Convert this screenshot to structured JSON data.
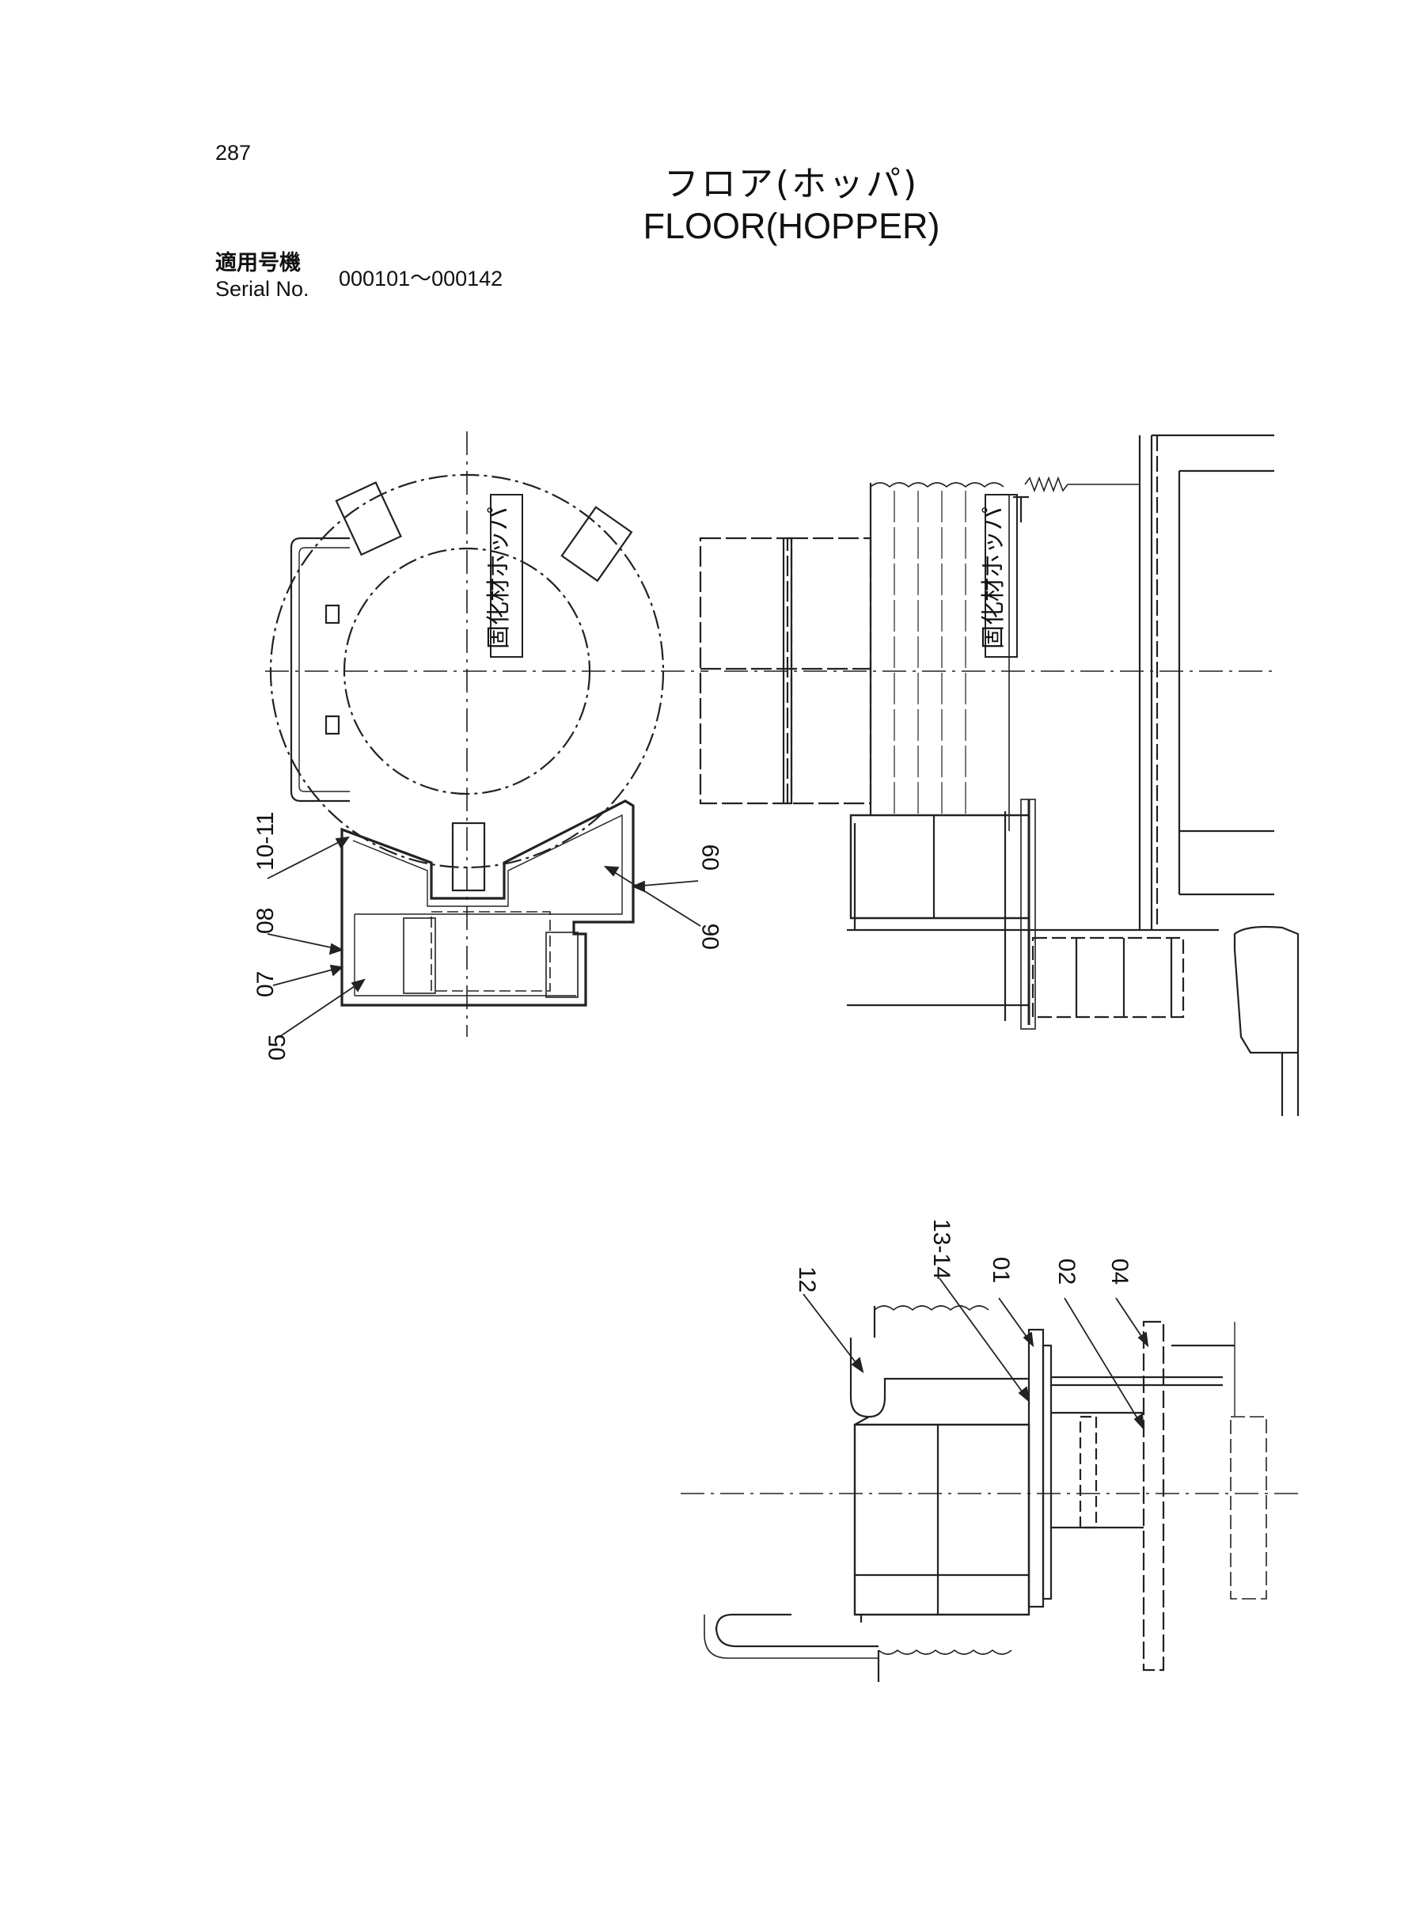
{
  "header": {
    "page_number": "287",
    "title_ja": "フロア(ホッパ)",
    "title_en": "FLOOR(HOPPER)",
    "serial_label_ja": "適用号機",
    "serial_label_en": "Serial No.",
    "serial_range": "000101〜000142"
  },
  "drawing": {
    "hopper_tag": "固化材ホッパ",
    "callouts": {
      "c10_11": "10-11",
      "c08": "08",
      "c07": "07",
      "c05": "05",
      "c09": "09",
      "c06": "06",
      "c12": "12",
      "c13_14": "13-14",
      "c01": "01",
      "c02": "02",
      "c04": "04"
    }
  }
}
